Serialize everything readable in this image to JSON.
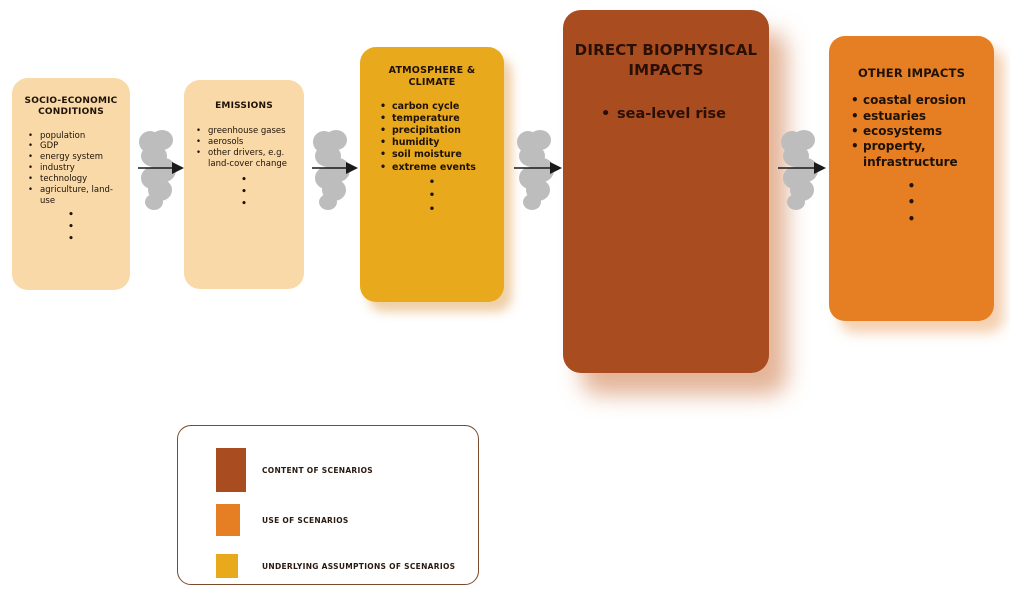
{
  "boxes": {
    "socio": {
      "title": "SOCIO-ECONOMIC CONDITIONS",
      "items": [
        "population",
        "GDP",
        "energy system",
        "industry",
        "technology",
        "agriculture, land-use"
      ],
      "color": "#f8d9a7"
    },
    "emissions": {
      "title": "EMISSIONS",
      "items": [
        "greenhouse gases",
        "aerosols",
        "other drivers, e.g. land-cover change"
      ],
      "color": "#f8d9a7"
    },
    "atmosphere": {
      "title": "ATMOSPHERE & CLIMATE",
      "items": [
        "carbon cycle",
        "temperature",
        "precipitation",
        "humidity",
        "soil moisture",
        "extreme events"
      ],
      "color": "#e8a91c"
    },
    "direct": {
      "title": "DIRECT BIOPHYSICAL IMPACTS",
      "items": [
        "sea-level rise"
      ],
      "color": "#a94c1f"
    },
    "other": {
      "title": "OTHER IMPACTS",
      "items": [
        "coastal erosion",
        "estuaries",
        "ecosystems",
        "property, infrastructure"
      ],
      "color": "#e67f23"
    }
  },
  "legend": {
    "items": [
      {
        "label": "CONTENT OF SCENARIOS",
        "color": "#a94c1f"
      },
      {
        "label": "USE OF SCENARIOS",
        "color": "#e67f23"
      },
      {
        "label": "UNDERLYING ASSUMPTIONS OF SCENARIOS",
        "color": "#e8a91c"
      }
    ]
  },
  "connector": {
    "icon": "cloud-arrow-icon",
    "cloud_color": "#bdbdbd",
    "arrow_color": "#1a1a1a"
  }
}
